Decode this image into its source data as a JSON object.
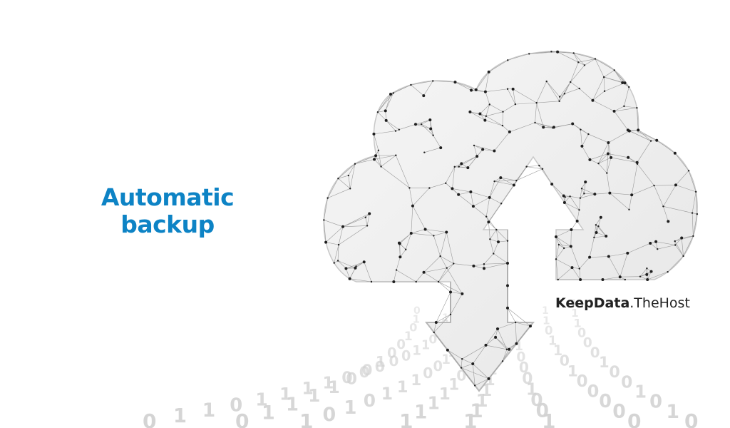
{
  "headline": {
    "line1": "Automatic",
    "line2": "backup"
  },
  "brand": {
    "strong": "KeepData",
    "light": ".TheHost"
  },
  "colors": {
    "headline": "#0d83c5",
    "brand_text": "#222222",
    "mesh": "#9a9a9a",
    "digits": "#cfcfcf"
  },
  "illustration": {
    "icons": [
      "cloud-icon",
      "download-arrow-icon"
    ],
    "stream_digits": [
      "0",
      "1"
    ]
  }
}
